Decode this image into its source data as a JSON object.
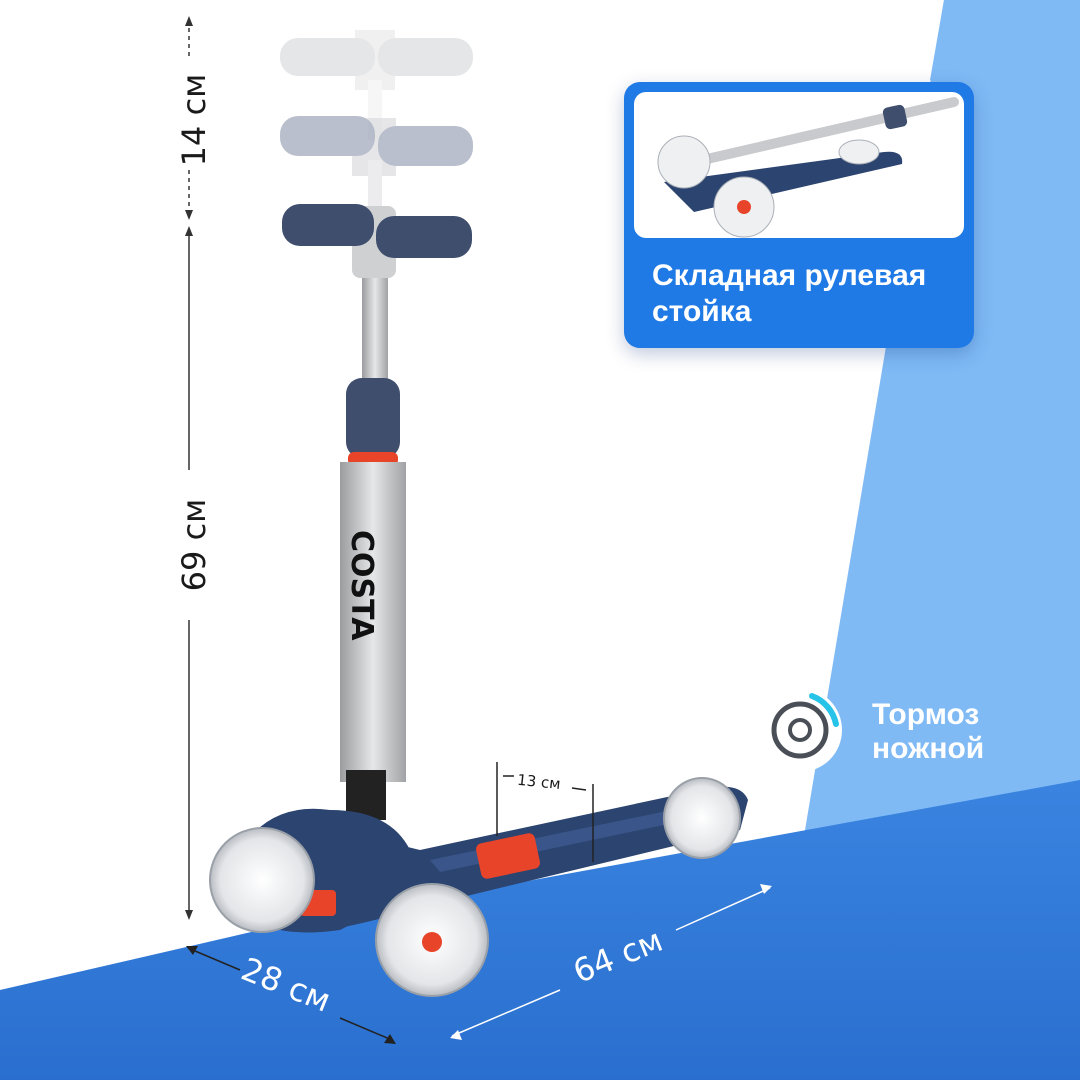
{
  "dimensions": {
    "handle_extension": "14 см",
    "stem_height": "69 см",
    "deck_width": "13 см",
    "base_width": "28 см",
    "length": "64 см"
  },
  "features": {
    "folding_label": "Складная рулевая стойка",
    "brake_label": "Тормоз ножной"
  },
  "brand": "COSTA",
  "colors": {
    "accent_blue": "#1f7ae6",
    "light_blue": "#7fbaf5",
    "navy": "#2c4470",
    "grip": "#3f4e6d",
    "stem_gray": "#c8c9cb",
    "red": "#e8442a"
  },
  "icons": [
    "wheel-brake-icon",
    "dimension-arrow-icon"
  ]
}
